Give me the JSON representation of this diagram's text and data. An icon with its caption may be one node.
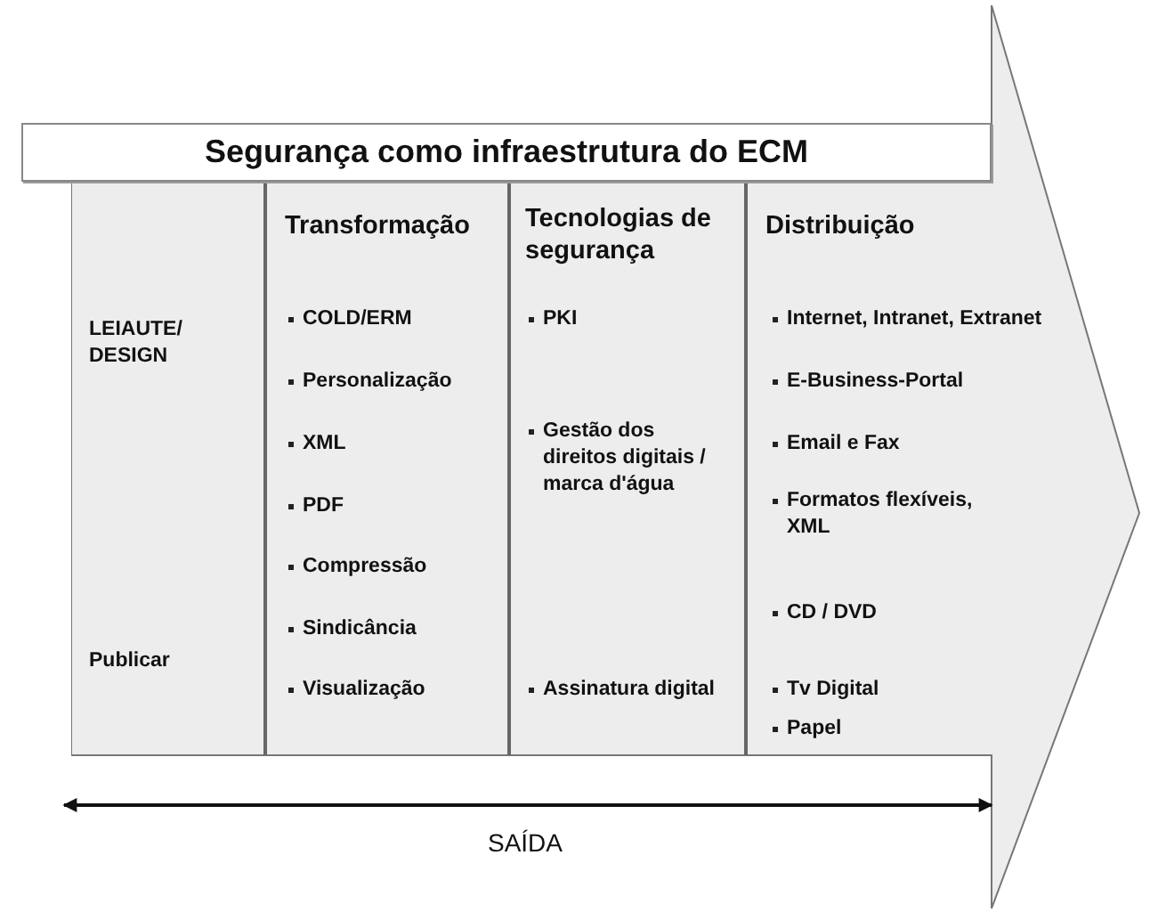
{
  "diagram": {
    "nodes": [
      {
        "text": [],
        "shape": "arrow"
      },
      {
        "text": [
          "Segurança como infraestrutura do ECM"
        ]
      },
      {
        "text": [
          "LEIAUTE/ DESIGN",
          "Publicar"
        ],
        "in": 0
      },
      {
        "text": [
          "Transformação",
          "COLD/ERM",
          "Personalização",
          "XML",
          "PDF",
          "Compressão",
          "Sindicância",
          "Visualização"
        ],
        "in": 0
      },
      {
        "text": [
          "Tecnologias de segurança",
          "PKI",
          "Gestão dos direitos digitais / marca d'água",
          "Assinatura digital"
        ],
        "in": 0
      },
      {
        "text": [
          "Distribuição",
          "Internet, Intranet, Extranet",
          "E-Business-Portal",
          "Email e Fax",
          "Formatos flexíveis, XML",
          "CD / DVD",
          "Tv Digital",
          "Papel"
        ],
        "in": 0
      }
    ],
    "labels": [
      "SAÍDA"
    ]
  }
}
